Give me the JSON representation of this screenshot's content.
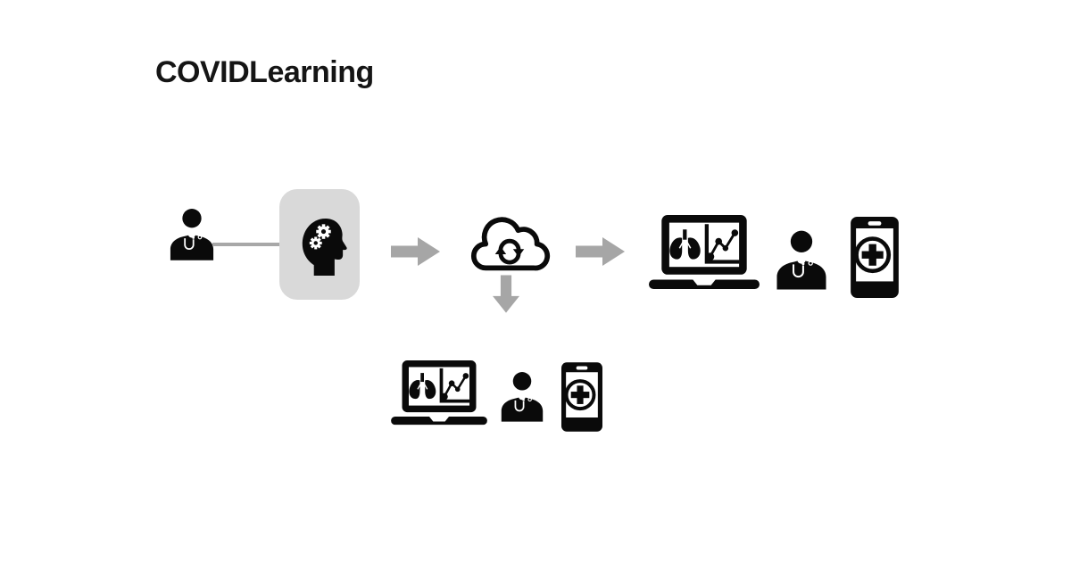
{
  "title": "COVIDLearning",
  "colors": {
    "background": "#ffffff",
    "icon_black": "#0a0a0a",
    "arrow_gray": "#a6a6a6",
    "connector_gray": "#a8a8a8",
    "ai_box_fill": "#d9d9d9"
  },
  "flow": {
    "nodes": [
      {
        "id": "clinician",
        "icon": "doctor-icon"
      },
      {
        "id": "ai-model",
        "icon": "head-gears-icon",
        "container": "rounded-gray-box"
      },
      {
        "id": "cloud",
        "icon": "cloud-sync-icon"
      },
      {
        "id": "site-right",
        "icons": [
          "laptop-analytics-icon",
          "doctor-icon",
          "medical-phone-icon"
        ]
      },
      {
        "id": "site-bottom",
        "icons": [
          "laptop-analytics-icon",
          "doctor-icon",
          "medical-phone-icon"
        ]
      }
    ],
    "connectors": [
      {
        "from": "clinician",
        "to": "ai-model",
        "style": "line"
      },
      {
        "from": "ai-model",
        "to": "cloud",
        "style": "arrow-right"
      },
      {
        "from": "cloud",
        "to": "site-right",
        "style": "arrow-right"
      },
      {
        "from": "cloud",
        "to": "site-bottom",
        "style": "arrow-down"
      }
    ]
  }
}
